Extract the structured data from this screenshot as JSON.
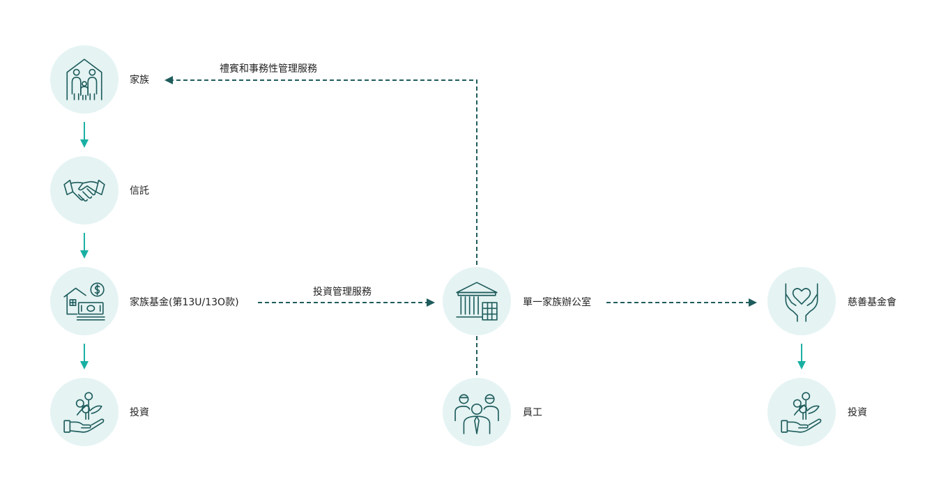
{
  "nodes": {
    "family": {
      "label": "家族",
      "icon": "family-house-icon"
    },
    "trust": {
      "label": "信託",
      "icon": "handshake-icon"
    },
    "family_fund": {
      "label": "家族基金(第13U/13O款)",
      "icon": "house-money-icon"
    },
    "investment_left": {
      "label": "投資",
      "icon": "investment-hand-icon"
    },
    "sfo": {
      "label": "單一家族辦公室",
      "icon": "bank-building-icon"
    },
    "staff": {
      "label": "員工",
      "icon": "staff-group-icon"
    },
    "charity": {
      "label": "慈善基金會",
      "icon": "heart-hands-icon"
    },
    "investment_right": {
      "label": "投資",
      "icon": "investment-hand-icon"
    }
  },
  "edges": {
    "concierge": {
      "label": "禮賓和事務性管理服務"
    },
    "investment_mgmt": {
      "label": "投資管理服務"
    }
  },
  "colors": {
    "circle_fill": "#e5f3f3",
    "icon_stroke": "#1f5c5c",
    "solid_arrow": "#19b0a3",
    "dashed_arrow": "#1f5c5c"
  }
}
